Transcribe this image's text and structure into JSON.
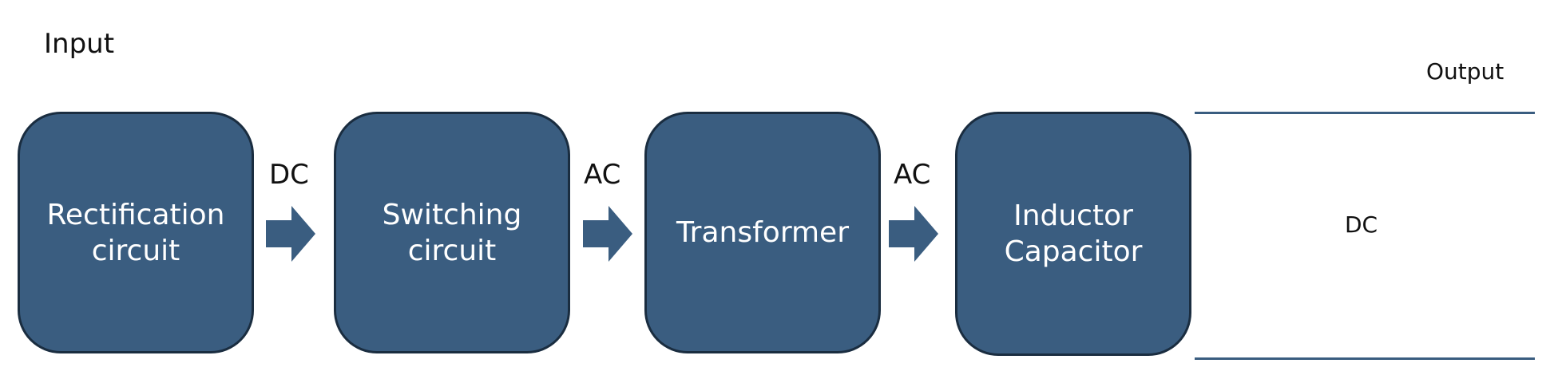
{
  "diagram": {
    "input_label": "Input",
    "output_label": "Output",
    "output_signal": "DC",
    "colors": {
      "block_fill": "#3a5d80",
      "block_border": "#1a2d40",
      "arrow_fill": "#3a5d80",
      "block_text": "#ffffff"
    },
    "blocks": [
      {
        "line1": "Rectification",
        "line2": "circuit"
      },
      {
        "line1": "Switching",
        "line2": "circuit"
      },
      {
        "line1": "Transformer",
        "line2": ""
      },
      {
        "line1": "Inductor",
        "line2": "Capacitor"
      }
    ],
    "connections": [
      {
        "signal": "DC"
      },
      {
        "signal": "AC"
      },
      {
        "signal": "AC"
      }
    ]
  }
}
